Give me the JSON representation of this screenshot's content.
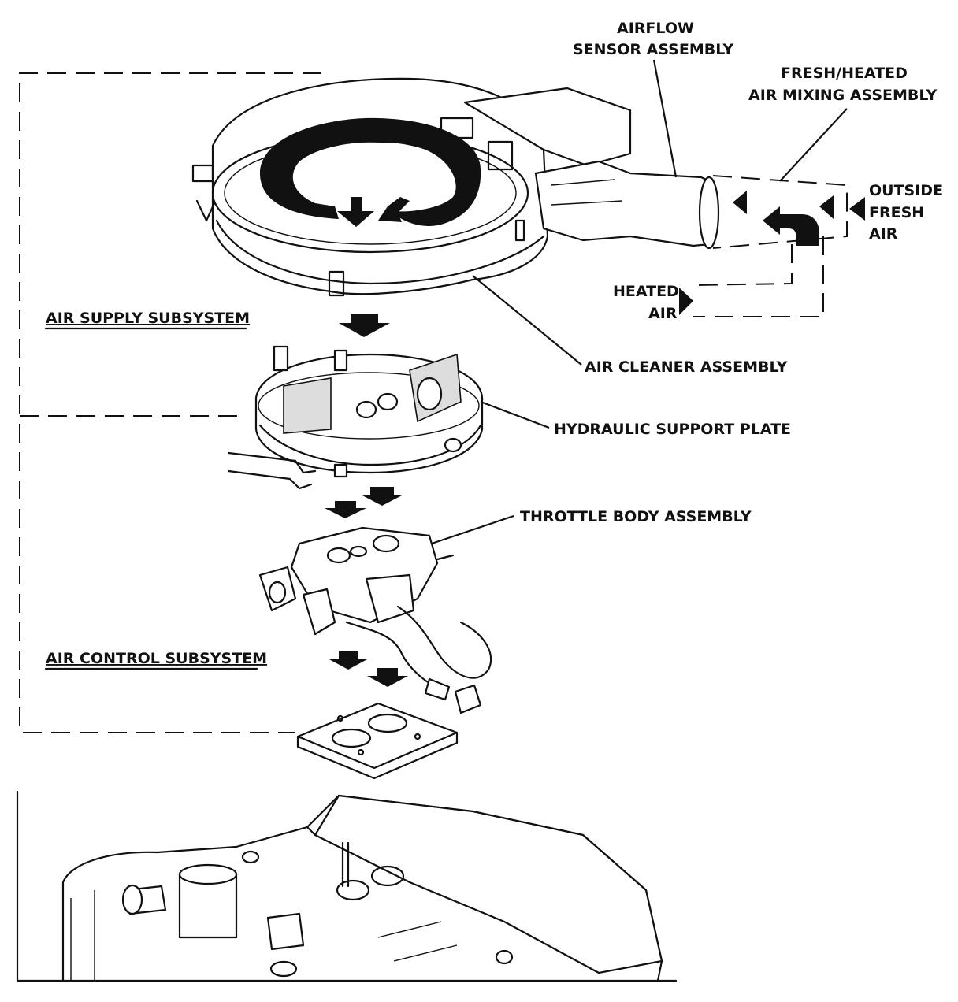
{
  "labels": {
    "airflow_sensor_line1": "AIRFLOW",
    "airflow_sensor_line2": "SENSOR ASSEMBLY",
    "mixing_line1": "FRESH/HEATED",
    "mixing_line2": "AIR MIXING ASSEMBLY",
    "outside_line1": "OUTSIDE",
    "outside_line2": "FRESH",
    "outside_line3": "AIR",
    "heated_line1": "HEATED",
    "heated_line2": "AIR",
    "air_supply_subsystem": "AIR SUPPLY SUBSYSTEM",
    "air_cleaner_assembly": "AIR CLEANER ASSEMBLY",
    "hydraulic_support_plate": "HYDRAULIC SUPPORT PLATE",
    "throttle_body_assembly": "THROTTLE BODY ASSEMBLY",
    "air_control_subsystem": "AIR CONTROL SUBSYSTEM"
  },
  "colors": {
    "ink": "#111111",
    "paper": "#ffffff"
  }
}
